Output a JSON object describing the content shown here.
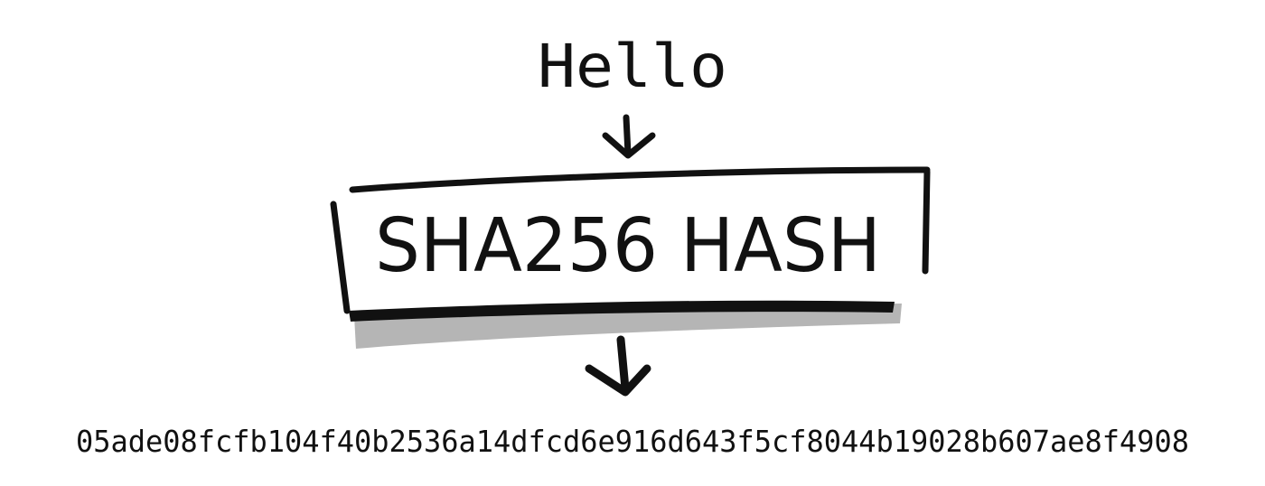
{
  "input_text": "Hello",
  "function_label": "SHA256 HASH",
  "output_hash": "05ade08fcfb104f40b2536a14dfcd6e916d643f5cf8044b19028b607ae8f4908",
  "colors": {
    "ink": "#111111",
    "shadow": "#b5b5b5",
    "background": "#ffffff"
  },
  "icons": {
    "input_arrow": "arrow-down-icon",
    "output_arrow": "arrow-down-icon"
  }
}
